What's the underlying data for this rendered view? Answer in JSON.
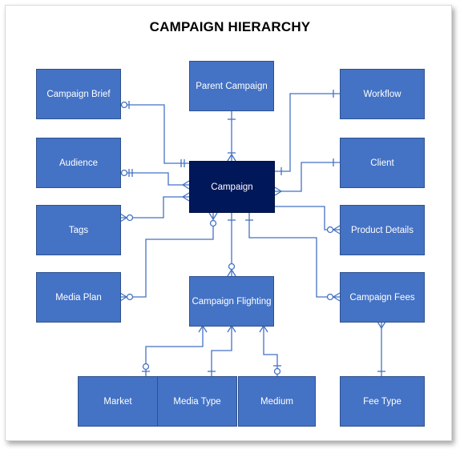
{
  "title": "CAMPAIGN HIERARCHY",
  "entities": {
    "campaign_brief": "Campaign Brief",
    "parent_campaign": "Parent Campaign",
    "workflow": "Workflow",
    "audience": "Audience",
    "campaign": "Campaign",
    "client": "Client",
    "tags": "Tags",
    "product_details": "Product Details",
    "media_plan": "Media Plan",
    "campaign_flighting": "Campaign Flighting",
    "campaign_fees": "Campaign Fees",
    "market": "Market",
    "media_type": "Media Type",
    "medium": "Medium",
    "fee_type": "Fee Type"
  },
  "colors": {
    "box": "#4472c4",
    "main_box": "#00175a",
    "line": "#4472c4"
  }
}
